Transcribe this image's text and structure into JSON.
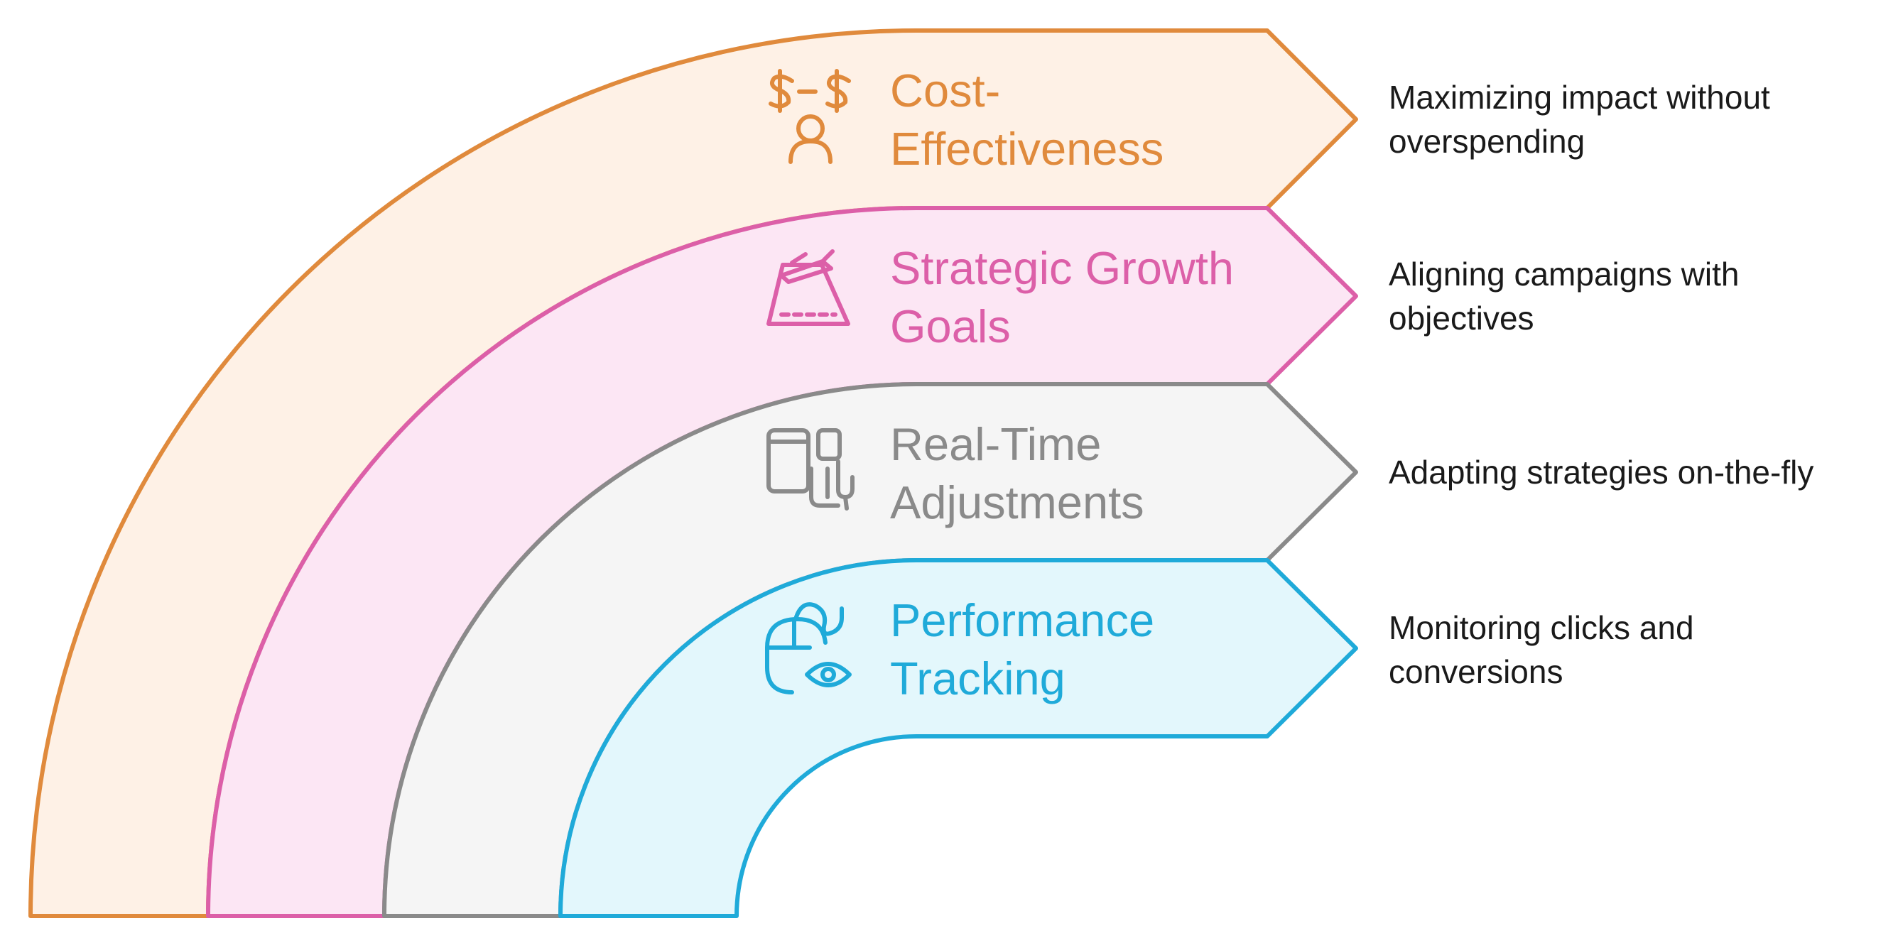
{
  "bands": [
    {
      "title_lines": [
        "Cost-",
        "Effectiveness"
      ],
      "description_lines": [
        "Maximizing impact without",
        "overspending"
      ],
      "icon": "budget-person-icon",
      "stroke_color": "#E08A3C",
      "fill_color": "#FEF1E6"
    },
    {
      "title_lines": [
        "Strategic Growth",
        "Goals"
      ],
      "description_lines": [
        "Aligning campaigns with",
        "objectives"
      ],
      "icon": "airplane-runway-icon",
      "stroke_color": "#DC5FA8",
      "fill_color": "#FCE6F4"
    },
    {
      "title_lines": [
        "Real-Time",
        "Adjustments"
      ],
      "description_lines": [
        "Adapting strategies on-the-fly"
      ],
      "icon": "devices-touch-icon",
      "stroke_color": "#8A8A8A",
      "fill_color": "#F5F5F5"
    },
    {
      "title_lines": [
        "Performance",
        "Tracking"
      ],
      "description_lines": [
        "Monitoring clicks and",
        "conversions"
      ],
      "icon": "mouse-eye-icon",
      "stroke_color": "#1FAAD9",
      "fill_color": "#E3F7FC"
    }
  ]
}
